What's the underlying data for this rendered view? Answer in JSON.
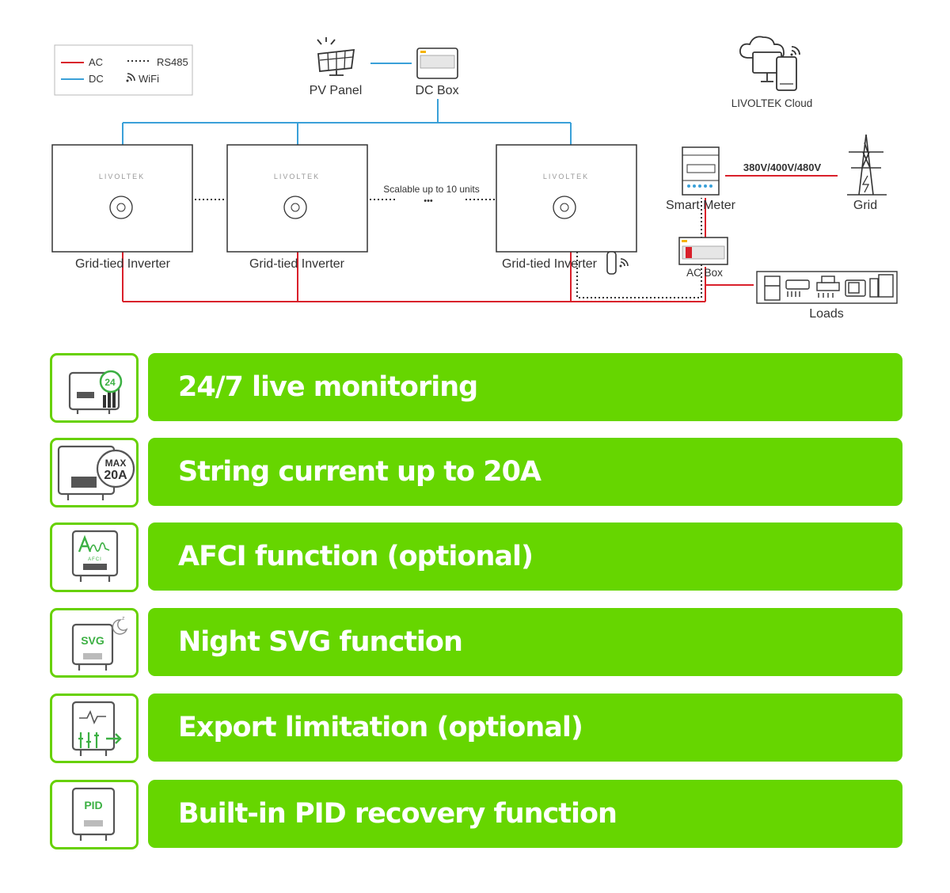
{
  "legend": {
    "ac": "AC",
    "dc": "DC",
    "rs485": "RS485",
    "wifi": "WiFi"
  },
  "colors": {
    "ac_line": "#d9202b",
    "dc_line": "#3aa0d8",
    "feature_green": "#66d600",
    "icon_border": "#67d100"
  },
  "diagram": {
    "pv_panel_label": "PV Panel",
    "dc_box_label": "DC Box",
    "cloud_label": "LIVOLTEK Cloud",
    "brand": "LIVOLTEK",
    "inverter_label": "Grid-tied Inverter",
    "scalable_label": "Scalable up to 10 units",
    "ellipsis": "•••",
    "smart_meter_label": "Smart Meter",
    "grid_voltage": "380V/400V/480V",
    "grid_label": "Grid",
    "ac_box_label": "AC Box",
    "loads_label": "Loads",
    "icons": [
      "solar-panel-icon",
      "dc-box-icon",
      "cloud-devices-icon",
      "smart-meter-icon",
      "transmission-tower-icon",
      "ac-box-icon",
      "loads-appliances-icon",
      "wifi-dongle-icon"
    ]
  },
  "features": [
    {
      "label": "24/7 live monitoring",
      "icon": "monitoring-24h-icon",
      "badge": "24"
    },
    {
      "label": "String current up to 20A",
      "icon": "max-current-icon",
      "badge_top": "MAX",
      "badge_bottom": "20A"
    },
    {
      "label": "AFCI function (optional)",
      "icon": "afci-icon",
      "badge": "AFCI"
    },
    {
      "label": "Night SVG function",
      "icon": "night-svg-icon",
      "badge": "SVG"
    },
    {
      "label": "Export limitation (optional)",
      "icon": "export-limit-icon"
    },
    {
      "label": "Built-in PID recovery function",
      "icon": "pid-recovery-icon",
      "badge": "PID"
    }
  ]
}
